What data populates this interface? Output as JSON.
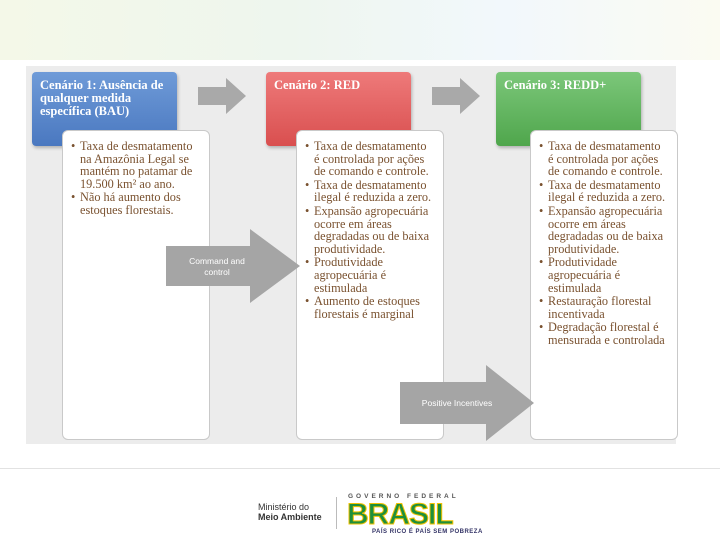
{
  "scenarios": [
    {
      "title": "Cenário 1: Ausência de qualquer medida específica (BAU)",
      "color": "#4a78c0",
      "bullets": [
        "Taxa de desmatamento na Amazônia Legal se mantém no patamar de 19.500 km² ao ano.",
        "Não há aumento dos estoques florestais."
      ]
    },
    {
      "title": "Cenário 2: RED",
      "color": "#d94f4f",
      "bullets": [
        "Taxa de desmatamento é controlada por ações de comando e controle.",
        "Taxa de desmatamento ilegal é reduzida a zero.",
        "Expansão agropecuária ocorre em áreas degradadas ou de baixa produtividade.",
        "Produtividade agropecuária é estimulada",
        "Aumento de estoques florestais é marginal"
      ]
    },
    {
      "title": "Cenário 3: REDD+",
      "color": "#4fa64c",
      "bullets": [
        "Taxa de desmatamento é controlada por ações de comando e controle.",
        "Taxa de desmatamento ilegal é reduzida a zero.",
        "Expansão agropecuária ocorre em áreas degradadas ou de baixa produtividade.",
        "Produtividade agropecuária é estimulada",
        "Restauração florestal incentivada",
        "Degradação florestal é mensurada e controlada"
      ]
    }
  ],
  "arrows": {
    "command": "Command and control",
    "incentives": "Positive Incentives"
  },
  "footer": {
    "ministry_line1": "Ministério do",
    "ministry_line2": "Meio Ambiente",
    "gov": "GOVERNO FEDERAL",
    "brasil": "BRASIL",
    "slogan": "PAÍS RICO É PAÍS SEM POBREZA"
  }
}
